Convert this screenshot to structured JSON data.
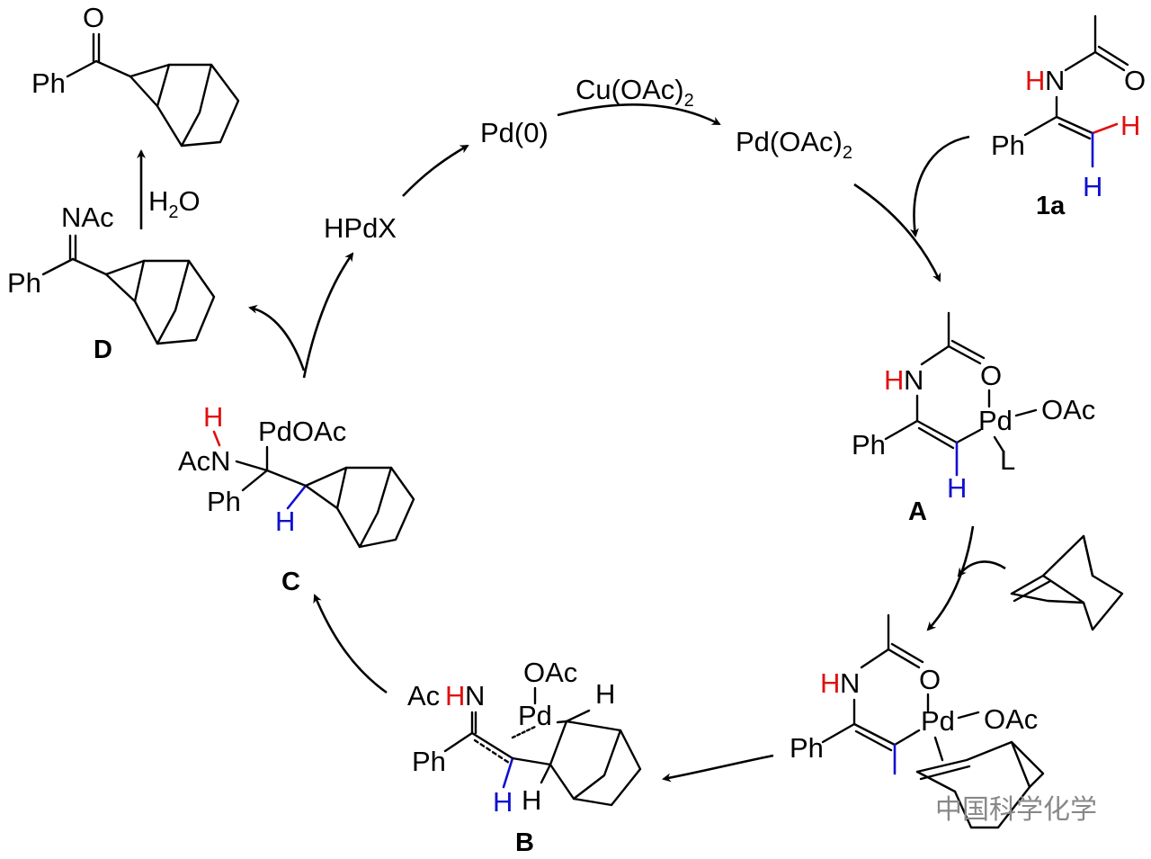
{
  "catalysts": {
    "pd0": "Pd(0)",
    "oxidant_main": "Cu(OAc)",
    "oxidant_sub": "2",
    "pdoac_main": "Pd(OAc)",
    "pdoac_sub": "2",
    "hpdx": "HPdX",
    "water_h": "H",
    "water_sub": "2",
    "water_o": "O"
  },
  "compound_labels": {
    "sm": "1a",
    "A": "A",
    "B": "B",
    "C": "C",
    "D": "D"
  },
  "atom_labels": {
    "O": "O",
    "N": "N",
    "H": "H",
    "Ph": "Ph",
    "L": "L",
    "Pd": "Pd",
    "OAc": "OAc",
    "NAc": "NAc",
    "AcN": "AcN",
    "Ac": "Ac",
    "PdOAc": "PdOAc"
  },
  "watermark": "中国科学化学",
  "colors": {
    "proton_red": "#e01010",
    "vinyl_blue": "#1010d0",
    "ink": "#000000"
  }
}
